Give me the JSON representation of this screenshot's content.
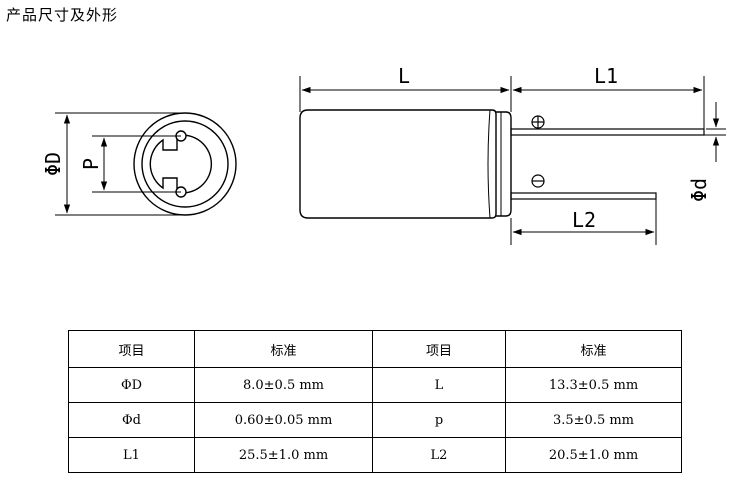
{
  "heading": "产品尺寸及外形",
  "drawing": {
    "labels": {
      "phi_D": "ΦD",
      "P": "P",
      "L": "L",
      "L1": "L1",
      "L2": "L2",
      "phi_d": "Φd"
    },
    "polarity": {
      "positive": "⊕",
      "negative": "⊖"
    }
  },
  "table": {
    "headers": [
      "项目",
      "标准",
      "项目",
      "标准"
    ],
    "rows": [
      [
        "ΦD",
        "8.0±0.5 mm",
        "L",
        "13.3±0.5 mm"
      ],
      [
        "Φd",
        "0.60±0.05 mm",
        "p",
        "3.5±0.5 mm"
      ],
      [
        "L1",
        "25.5±1.0 mm",
        "L2",
        "20.5±1.0 mm"
      ]
    ]
  }
}
